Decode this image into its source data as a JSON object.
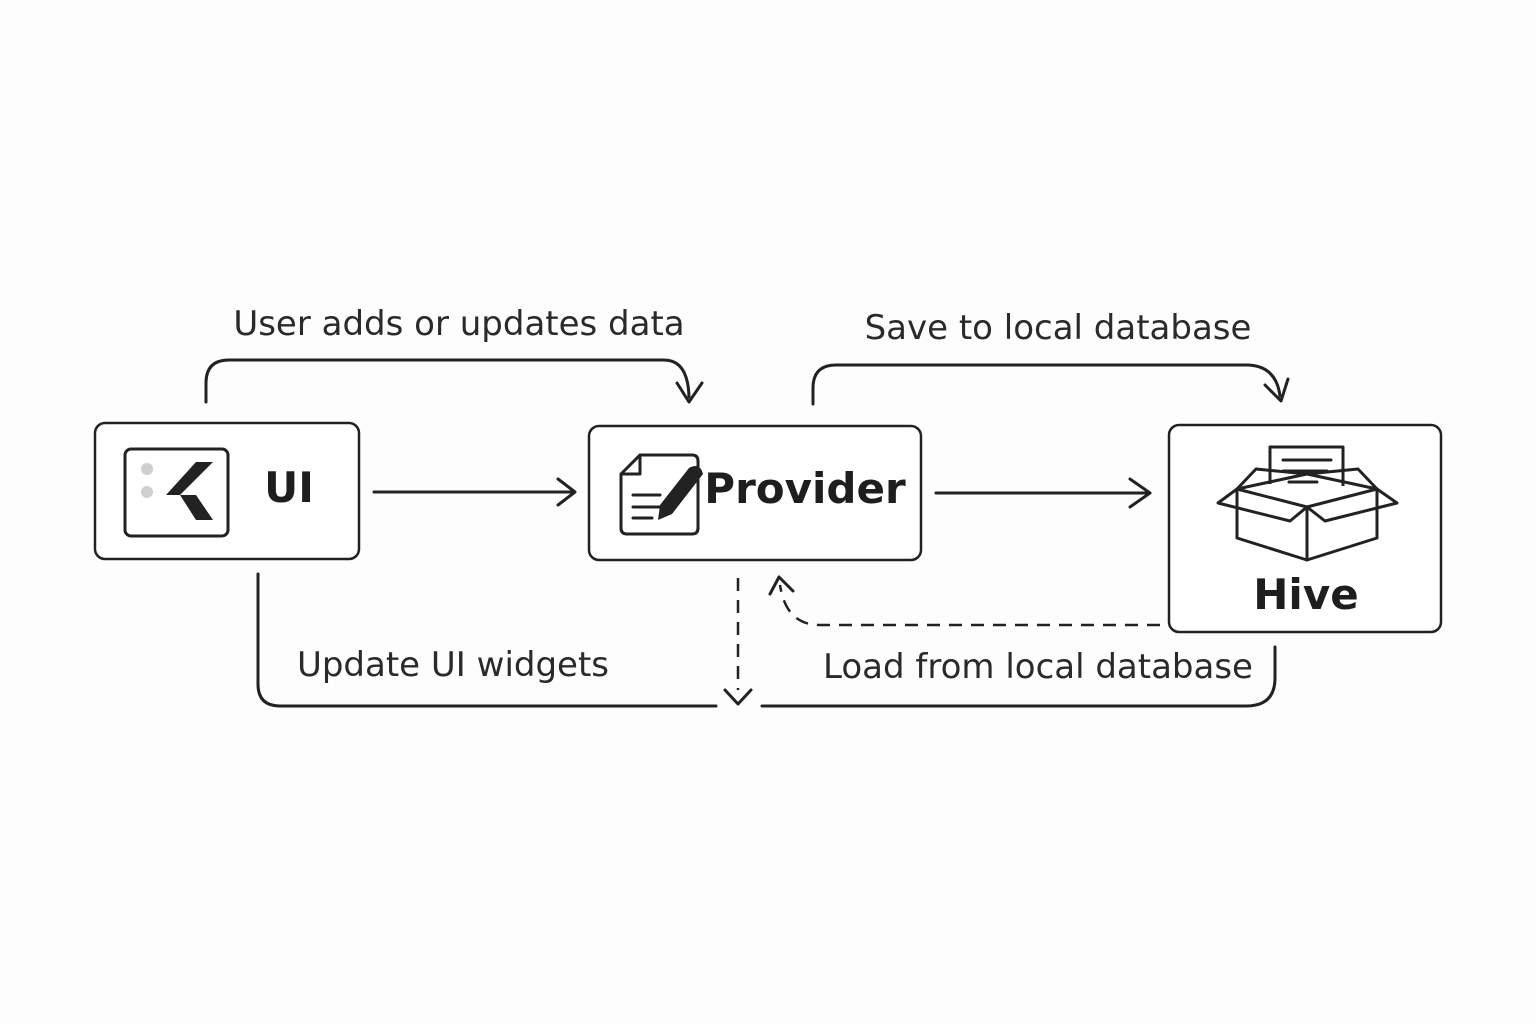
{
  "nodes": {
    "ui": {
      "title": "UI",
      "icon": "flutter-logo-icon"
    },
    "provider": {
      "title": "Provider",
      "icon": "document-edit-icon"
    },
    "hive": {
      "title": "Hive",
      "icon": "open-box-icon"
    }
  },
  "edges": {
    "user_update": "User adds or updates data",
    "save": "Save to local database",
    "update_ui": "Update UI widgets",
    "load": "Load from local database"
  },
  "colors": {
    "stroke": "#222222",
    "background": "#fdfdfd",
    "icon_dots": "#cfcfcf"
  }
}
